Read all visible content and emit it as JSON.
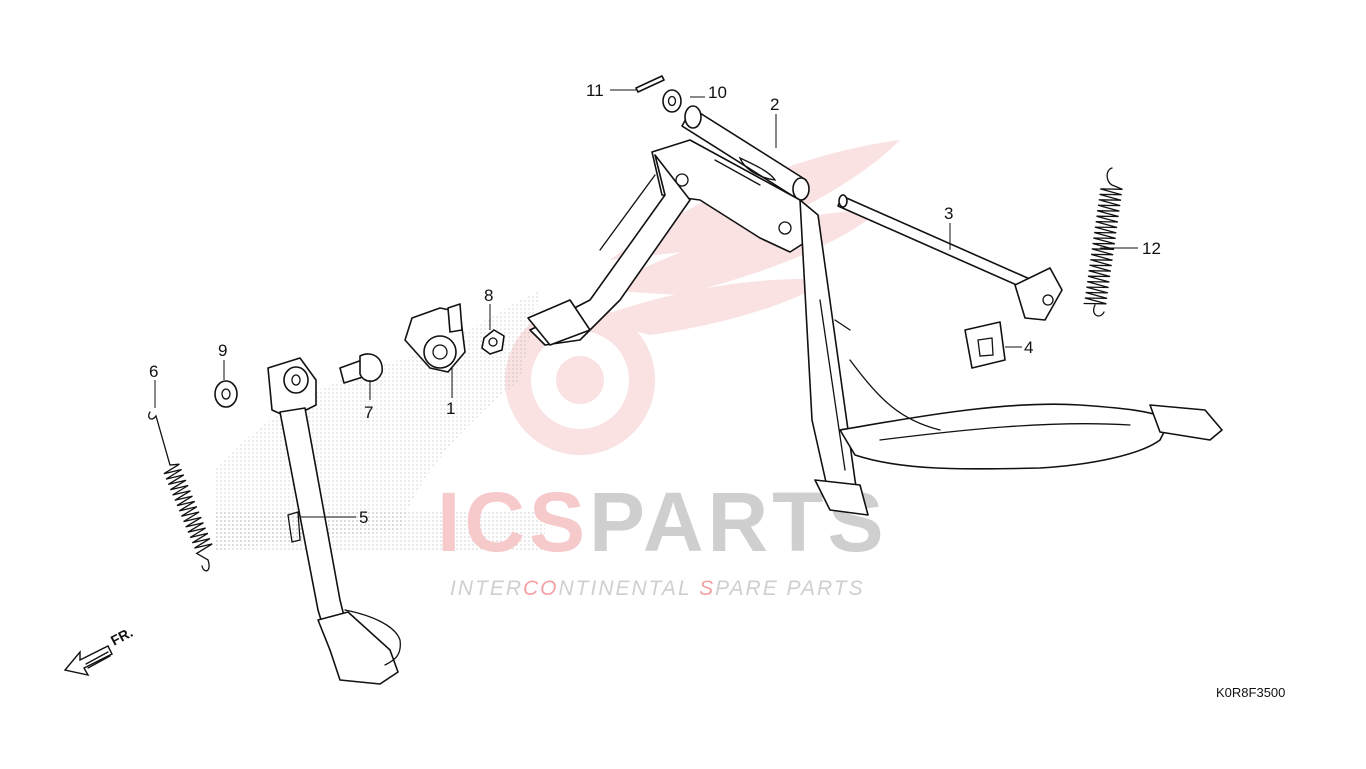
{
  "diagram": {
    "callouts": [
      {
        "id": "1",
        "label": "1"
      },
      {
        "id": "2",
        "label": "2"
      },
      {
        "id": "3",
        "label": "3"
      },
      {
        "id": "4",
        "label": "4"
      },
      {
        "id": "5",
        "label": "5"
      },
      {
        "id": "6",
        "label": "6"
      },
      {
        "id": "7",
        "label": "7"
      },
      {
        "id": "8",
        "label": "8"
      },
      {
        "id": "9",
        "label": "9"
      },
      {
        "id": "10",
        "label": "10"
      },
      {
        "id": "11",
        "label": "11"
      },
      {
        "id": "12",
        "label": "12"
      }
    ],
    "drawing_code": "K0R8F3500",
    "direction_label": "FR.",
    "watermark": {
      "brand_prefix": "ICS",
      "brand_suffix": "PARTS",
      "tagline_parts": [
        {
          "text": "INTER",
          "accent": false
        },
        {
          "text": "CO",
          "accent": true
        },
        {
          "text": "NTINENTAL ",
          "accent": false
        },
        {
          "text": "S",
          "accent": true
        },
        {
          "text": "PARE PARTS",
          "accent": false
        }
      ],
      "accent_color": "#e8464c",
      "grey_color": "#cfcfcf",
      "faint_accent": "#f6c9cb"
    }
  }
}
